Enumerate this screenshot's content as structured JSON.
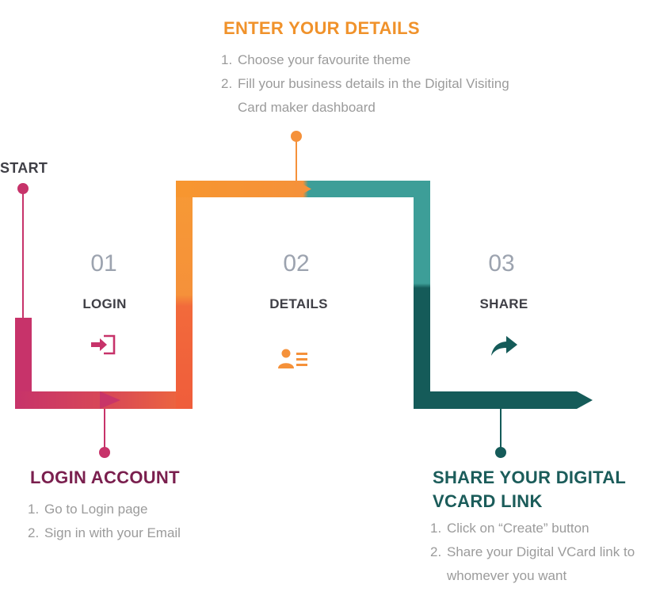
{
  "start_label": "START",
  "steps": [
    {
      "number": "01",
      "title": "LOGIN",
      "icon": "login-icon"
    },
    {
      "number": "02",
      "title": "DETAILS",
      "icon": "contact-card-icon"
    },
    {
      "number": "03",
      "title": "SHARE",
      "icon": "share-arrow-icon"
    }
  ],
  "sections": {
    "login": {
      "heading": "LOGIN ACCOUNT",
      "items": [
        "Go to Login page",
        "Sign in with your Email"
      ]
    },
    "details": {
      "heading": "ENTER YOUR DETAILS",
      "items": [
        "Choose your favourite theme",
        "Fill your business details in the Digital Visiting Card maker dashboard"
      ]
    },
    "share": {
      "heading": "SHARE YOUR DIGITAL VCARD LINK",
      "items": [
        "Click on “Create” button",
        "Share your Digital VCard link to whomever you want"
      ]
    }
  },
  "colors": {
    "magenta": "#c7336a",
    "orange": "#f5913a",
    "orange_red": "#ef5d3b",
    "teal": "#3d9e98",
    "dark_teal": "#155b59",
    "heading_login": "#7a1f4e",
    "heading_details": "#f0922b",
    "heading_share": "#1b5c5a"
  }
}
